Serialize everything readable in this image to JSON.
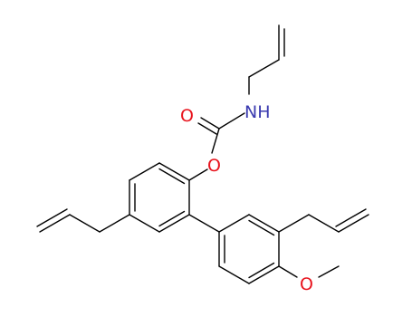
{
  "colors": {
    "bond": "#000000",
    "oxygen": "#e8141e",
    "nitrogen": "#3b3bb0",
    "background": "#ffffff"
  },
  "atoms": {
    "carbonyl_oxygen": "O",
    "ester_oxygen": "O",
    "amine": "NH",
    "methoxy_oxygen": "O"
  }
}
